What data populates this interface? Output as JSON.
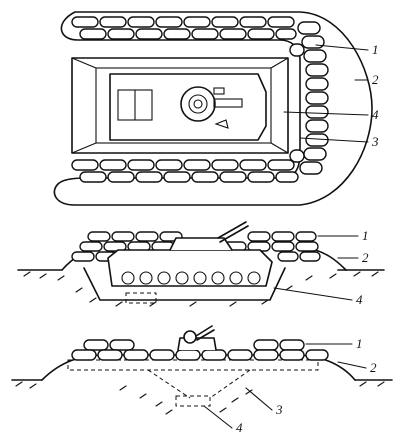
{
  "labels": {
    "top": [
      "1",
      "2",
      "4",
      "3"
    ],
    "middle": [
      "1",
      "2",
      "4"
    ],
    "bottom": [
      "1",
      "2",
      "3",
      "4"
    ]
  }
}
